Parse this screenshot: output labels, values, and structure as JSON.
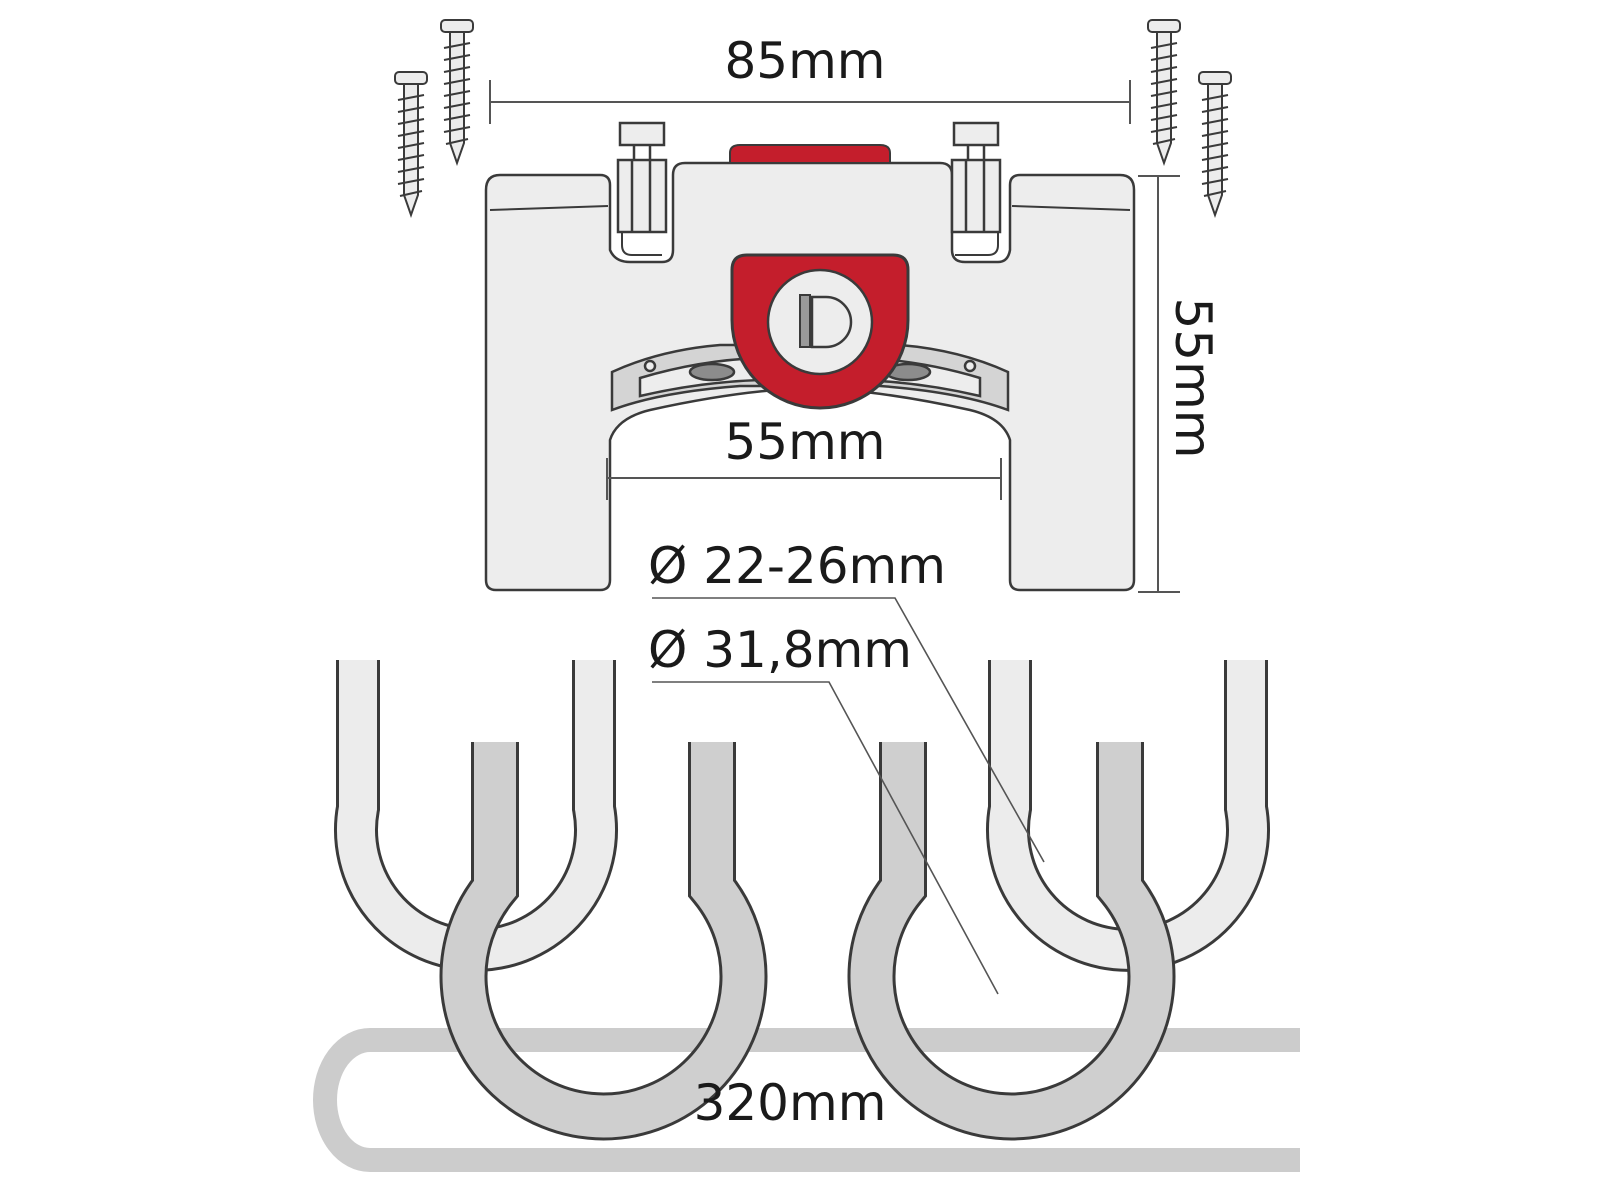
{
  "dimensions": {
    "top_width": "85mm",
    "height": "55mm",
    "inner_width": "55mm",
    "small_diameter": "Ø 22-26mm",
    "large_diameter": "Ø 31,8mm",
    "cable_length": "320mm"
  },
  "colors": {
    "outline": "#3a3a3a",
    "body_fill": "#ededed",
    "clamp_light": "#ececec",
    "clamp_dark": "#cfcfcf",
    "cable": "#cccccc",
    "accent_red": "#c41e2c",
    "dimension_line": "#555555"
  },
  "icons": {
    "lock": "lock-cylinder-icon",
    "screw": "screw-icon"
  }
}
